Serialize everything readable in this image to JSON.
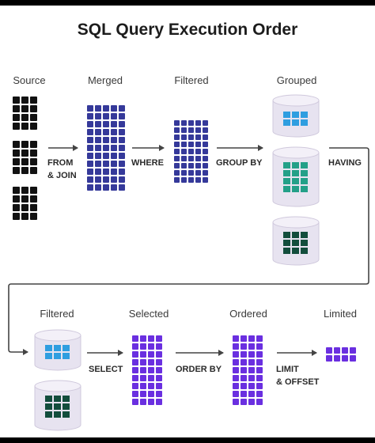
{
  "title": "SQL Query Execution Order",
  "stages_top": {
    "source": "Source",
    "merged": "Merged",
    "filtered": "Filtered",
    "grouped": "Grouped"
  },
  "stages_bottom": {
    "filtered": "Filtered",
    "selected": "Selected",
    "ordered": "Ordered",
    "limited": "Limited"
  },
  "operations": {
    "from_join": [
      "FROM",
      "& JOIN"
    ],
    "where": "WHERE",
    "group_by": "GROUP BY",
    "having": "HAVING",
    "select": "SELECT",
    "order_by": "ORDER BY",
    "limit_offset": [
      "LIMIT",
      "& OFFSET"
    ]
  },
  "colors": {
    "source": "#121212",
    "merged": "#35399a",
    "selected": "#6a2fe0",
    "group_light_blue": "#2f9ee0",
    "group_teal": "#23a088",
    "group_dark_green": "#124d3c",
    "cylinder": "#e7e3f0",
    "arrow": "#444444"
  }
}
